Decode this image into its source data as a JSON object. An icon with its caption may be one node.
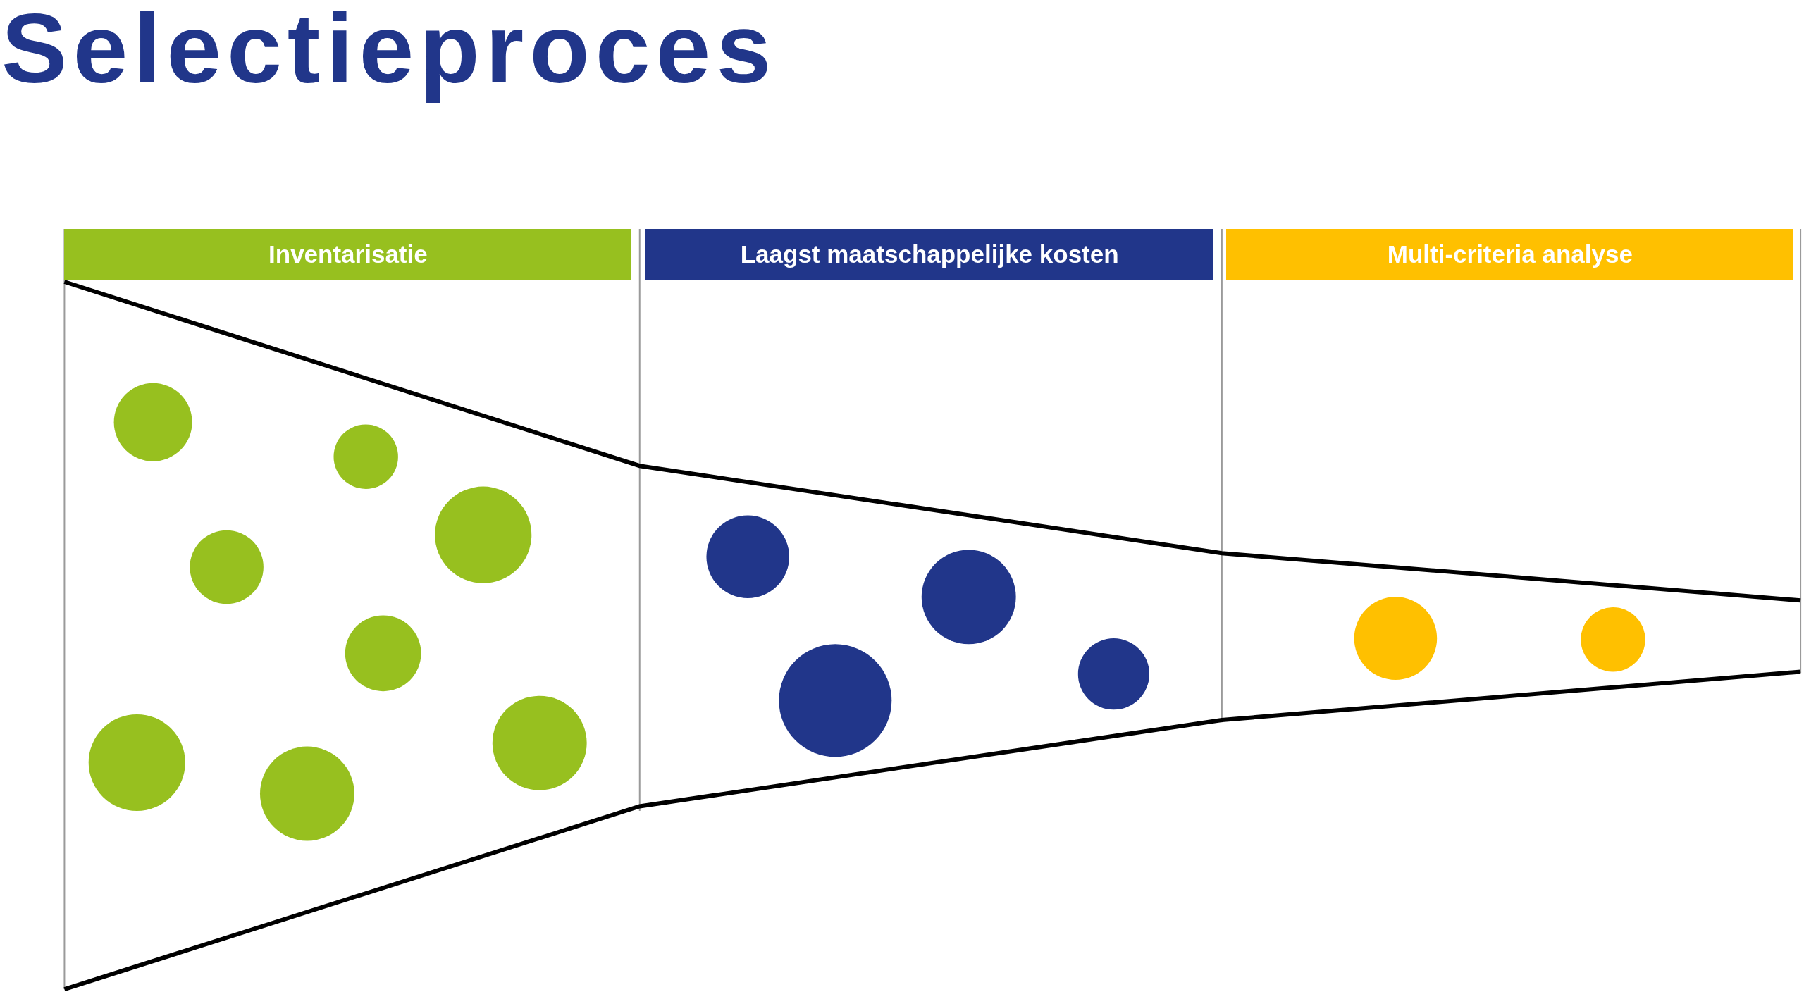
{
  "diagram": {
    "title": "Selectieproces",
    "nodes": [
      {
        "text": [
          "Inventarisatie"
        ]
      },
      {
        "text": [
          "Laagst maatschappelijke kosten"
        ]
      },
      {
        "text": [
          "Multi-criteria analyse"
        ]
      }
    ]
  }
}
